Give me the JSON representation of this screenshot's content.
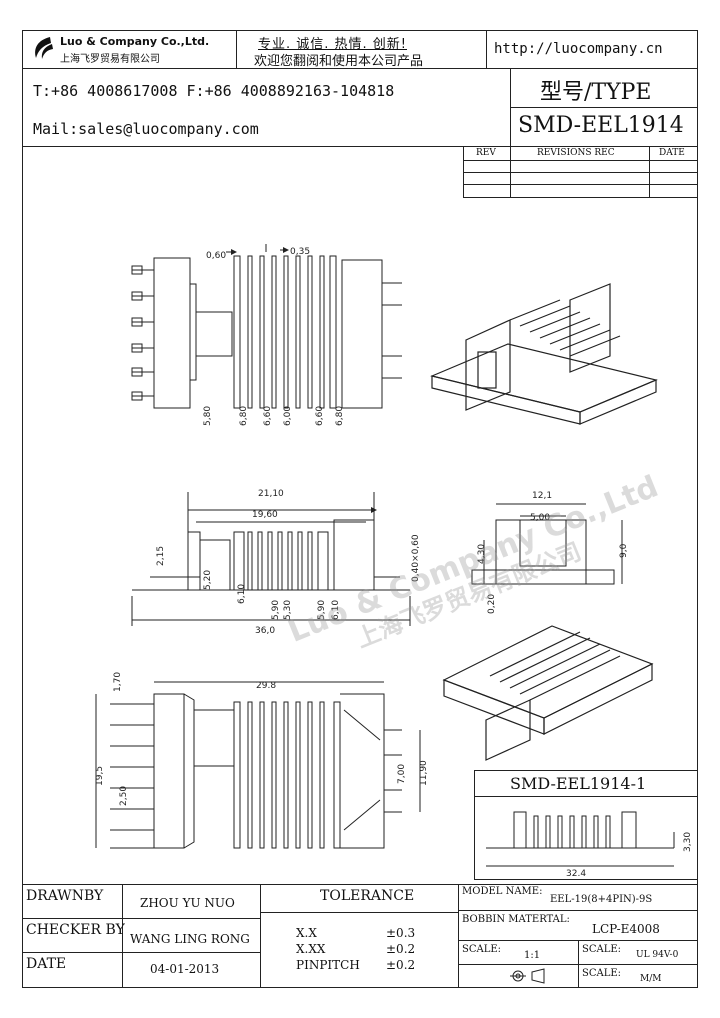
{
  "header": {
    "company_en": "Luo & Company Co.,Ltd.",
    "company_cn": "上海飞罗贸易有限公司",
    "slogan_1": "专业. 诚信. 热情. 创新!",
    "slogan_2": "欢迎您翻阅和使用本公司产品",
    "website": "http://luocompany.cn",
    "phone_fax": "T:+86 4008617008 F:+86 4008892163-104818",
    "email": "Mail:sales@luocompany.com",
    "type_label": "型号/TYPE",
    "type_value": "SMD-EEL1914"
  },
  "revisions": {
    "col_rev": "REV",
    "col_rec": "REVISIONS REC",
    "col_date": "DATE"
  },
  "drawing": {
    "top_view_dims": [
      "0,60",
      "0,35",
      "5,80",
      "6,80",
      "6,60",
      "6,00",
      "6,60",
      "6,80"
    ],
    "front_view_dims": [
      "21,10",
      "19,60",
      "2,15",
      "5,20",
      "6,10",
      "5,90",
      "5,30",
      "5,90",
      "6,10",
      "0,40",
      "0,60",
      "36,0"
    ],
    "side_view_dims": [
      "12,1",
      "5,00",
      "4,30",
      "9,0",
      "0,20"
    ],
    "bottom_view_dims": [
      "1,70",
      "29.8",
      "19,5",
      "2,50",
      "7,00",
      "11,90"
    ],
    "watermark_en": "Luo & Company Co.,Ltd",
    "watermark_cn": "上海飞罗贸易有限公司",
    "variant_label": "SMD-EEL1914-1",
    "variant_dims": [
      "32.4",
      "3,30"
    ]
  },
  "title_block": {
    "drawnby_label": "DRAWNBY",
    "drawnby_value": "ZHOU YU NUO",
    "checker_label": "CHECKER BY",
    "checker_value": "WANG LING RONG",
    "date_label": "DATE",
    "date_value": "04-01-2013",
    "tolerance_label": "TOLERANCE",
    "tol_xx_label": "X.X",
    "tol_xx_value": "±0.3",
    "tol_xxx_label": "X.XX",
    "tol_xxx_value": "±0.2",
    "tol_pin_label": "PINPITCH",
    "tol_pin_value": "±0.2",
    "model_label": "MODEL NAME:",
    "model_value": "EEL-19(8+4PIN)-9S",
    "bobbin_label": "BOBBIN MATERTAL:",
    "bobbin_value": "LCP-E4008",
    "scale_label": "SCALE:",
    "scale_value": "1:1",
    "scale2_label": "SCALE:",
    "scale2_value": "UL 94V-0",
    "scale3_label": "SCALE:",
    "scale3_value": "M/M"
  }
}
